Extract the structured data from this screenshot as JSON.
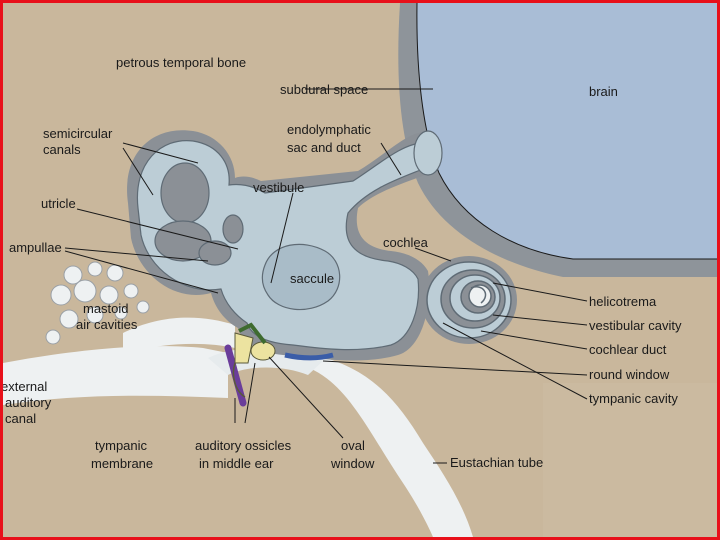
{
  "labels": {
    "petrous": "petrous temporal bone",
    "subdural": "subdural space",
    "brain": "brain",
    "semicircular_1": "semicircular",
    "semicircular_2": "canals",
    "endolymph_1": "endolymphatic",
    "endolymph_2": "sac and duct",
    "vestibule": "vestibule",
    "utricle": "utricle",
    "cochlea": "cochlea",
    "ampullae": "ampullae",
    "saccule": "saccule",
    "mastoid_1": "mastoid",
    "mastoid_2": "air cavities",
    "helicotrema": "helicotrema",
    "vestibular_cavity": "vestibular cavity",
    "cochlear_duct": "cochlear duct",
    "round_window": "round window",
    "tympanic_cavity": "tympanic cavity",
    "external_1": "external",
    "external_2": "auditory",
    "external_3": "canal",
    "tympanic_membrane_1": "tympanic",
    "tympanic_membrane_2": "membrane",
    "ossicles_1": "auditory ossicles",
    "ossicles_2": "in middle ear",
    "oval_1": "oval",
    "oval_2": "window",
    "eustachian": "Eustachian tube"
  },
  "colors": {
    "frame": "#e8101a",
    "bone": "#c9b79c",
    "brain": "#a9bdd6",
    "membrane": "#8e949a",
    "labyrinth": "#bccdd6",
    "fluid_dark": "#8b9096",
    "air": "#eef1f2",
    "ossicle": "#ece3a0",
    "membrane_purple": "#6a3d9a",
    "round_window": "#3a5da8"
  }
}
